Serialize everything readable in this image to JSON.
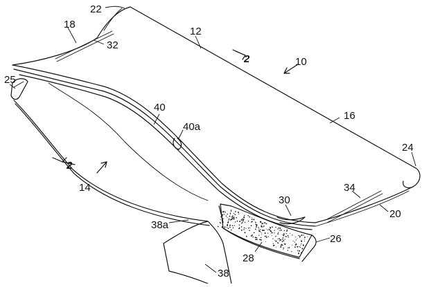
{
  "figure": {
    "reference_numerals": {
      "r10": "10",
      "r12": "12",
      "r14": "14",
      "r16": "16",
      "r18": "18",
      "r20": "20",
      "r22": "22",
      "r24": "24",
      "r25": "25",
      "r26": "26",
      "r28": "28",
      "r30": "30",
      "r32": "32",
      "r34": "34",
      "r38": "38",
      "r38a": "38a",
      "r40": "40",
      "r40a": "40a"
    },
    "section_marks": {
      "upper": "2",
      "lower": "2"
    }
  }
}
